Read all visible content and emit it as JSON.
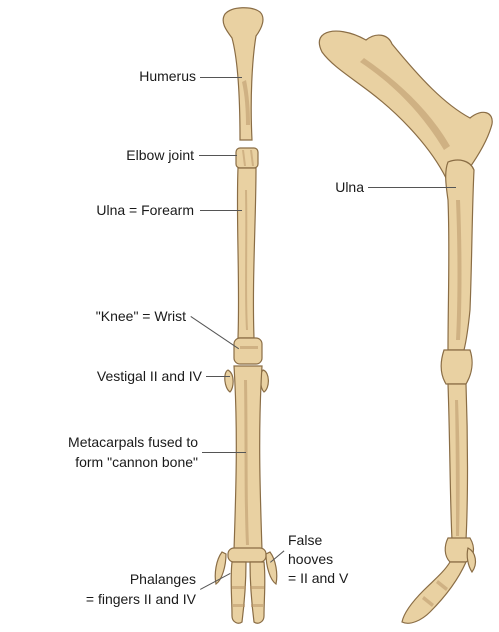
{
  "labels": {
    "humerus": "Humerus",
    "elbow_joint": "Elbow joint",
    "ulna_forearm": "Ulna = Forearm",
    "knee_wrist": "\"Knee\" = Wrist",
    "vestigal": "Vestigal II and IV",
    "metacarpals_line1": "Metacarpals fused to",
    "metacarpals_line2": "form \"cannon bone\"",
    "phalanges_line1": "Phalanges",
    "phalanges_line2": "= fingers II and IV",
    "false_hooves_line1": "False",
    "false_hooves_line2": "hooves",
    "false_hooves_line3": "= II and V",
    "ulna_side": "Ulna"
  },
  "colors": {
    "bone_fill": "#e9d1a2",
    "bone_outline": "#8a6d45",
    "bone_shadow": "#b9976a",
    "leader_line": "#555555"
  }
}
